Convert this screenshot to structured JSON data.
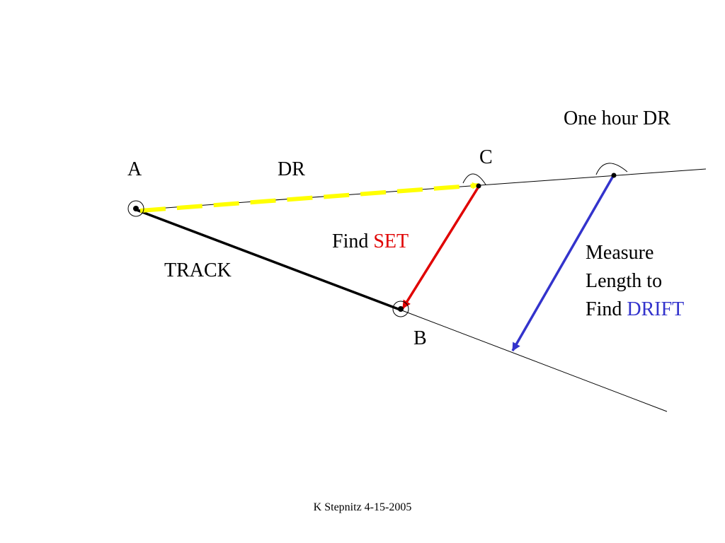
{
  "diagram": {
    "points": {
      "a": "A",
      "b": "B",
      "c": "C"
    },
    "labels": {
      "dr": "DR",
      "one_hour_dr": "One hour DR",
      "track": "TRACK",
      "find": "Find",
      "set": "SET",
      "measure_line1": "Measure",
      "measure_line2": "Length to",
      "measure_line3_prefix": "Find",
      "drift": "DRIFT"
    },
    "colors": {
      "dr_vector": "#ffff00",
      "set_arrow": "#e00000",
      "drift_arrow": "#3333cc",
      "track_line": "#000000"
    }
  },
  "footer": {
    "author_date": "K Stepnitz 4-15-2005"
  }
}
